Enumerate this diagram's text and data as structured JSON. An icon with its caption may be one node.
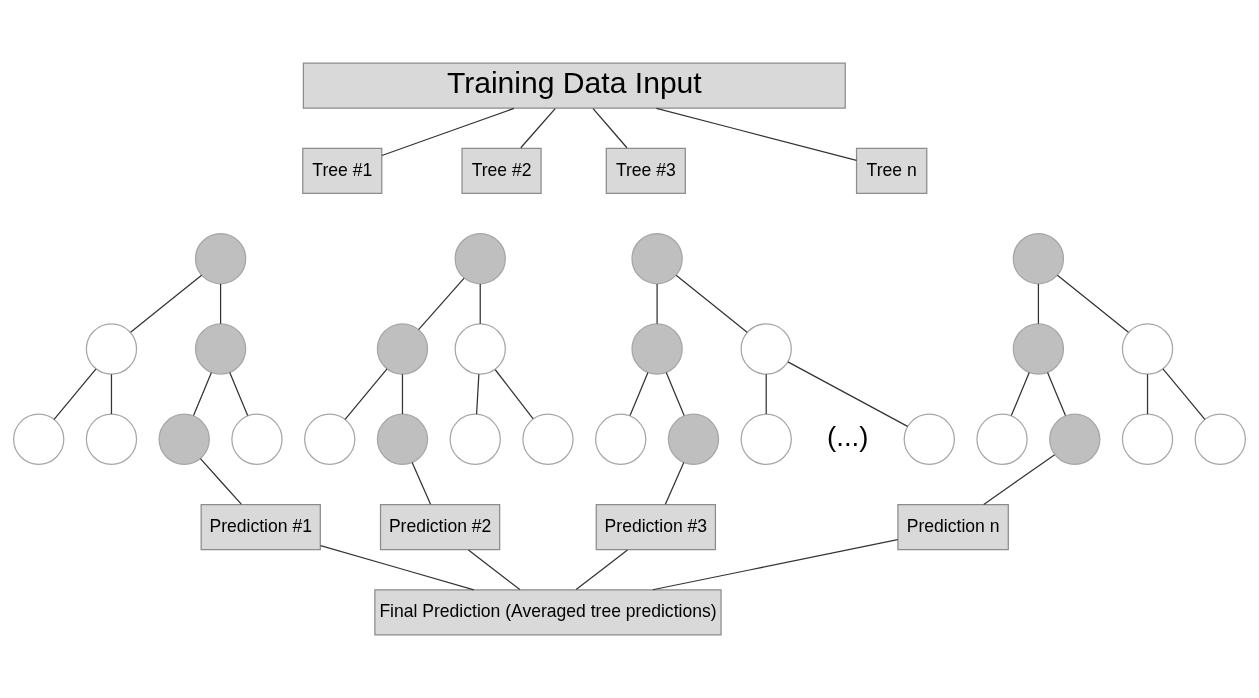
{
  "diagram": {
    "nodes": [
      {
        "text": [
          "Training Data Input"
        ]
      },
      {
        "text": [
          "Tree #1"
        ]
      },
      {
        "text": [
          "Tree #2"
        ]
      },
      {
        "text": [
          "Tree #3"
        ]
      },
      {
        "text": [
          "Tree n"
        ]
      },
      {
        "text": [],
        "shape": "circle"
      },
      {
        "text": [],
        "shape": "circle"
      },
      {
        "text": [],
        "shape": "circle"
      },
      {
        "text": [],
        "shape": "circle"
      },
      {
        "text": [],
        "shape": "circle"
      },
      {
        "text": [],
        "shape": "circle"
      },
      {
        "text": [],
        "shape": "circle"
      },
      {
        "text": [],
        "shape": "circle"
      },
      {
        "text": [],
        "shape": "circle"
      },
      {
        "text": [],
        "shape": "circle"
      },
      {
        "text": [],
        "shape": "circle"
      },
      {
        "text": [],
        "shape": "circle"
      },
      {
        "text": [],
        "shape": "circle"
      },
      {
        "text": [],
        "shape": "circle"
      },
      {
        "text": [],
        "shape": "circle"
      },
      {
        "text": [],
        "shape": "circle"
      },
      {
        "text": [],
        "shape": "circle"
      },
      {
        "text": [],
        "shape": "circle"
      },
      {
        "text": [],
        "shape": "circle"
      },
      {
        "text": [],
        "shape": "circle"
      },
      {
        "text": [],
        "shape": "circle"
      },
      {
        "text": [],
        "shape": "circle"
      },
      {
        "text": [],
        "shape": "circle"
      },
      {
        "text": [],
        "shape": "circle"
      },
      {
        "text": [],
        "shape": "circle"
      },
      {
        "text": [],
        "shape": "circle"
      },
      {
        "text": [],
        "shape": "circle"
      },
      {
        "text": [],
        "shape": "circle"
      },
      {
        "text": [
          "Prediction #1"
        ]
      },
      {
        "text": [
          "Prediction #2"
        ]
      },
      {
        "text": [
          "Prediction #3"
        ]
      },
      {
        "text": [
          "Prediction n"
        ]
      },
      {
        "text": [
          "Final Prediction (Averaged tree predictions)"
        ]
      }
    ],
    "edges": [
      {
        "from": 0,
        "to": 1,
        "arrow": "none"
      },
      {
        "from": 0,
        "to": 2,
        "arrow": "none"
      },
      {
        "from": 0,
        "to": 3,
        "arrow": "none"
      },
      {
        "from": 0,
        "to": 4,
        "arrow": "none"
      },
      {
        "from": 5,
        "to": 6,
        "arrow": "none"
      },
      {
        "from": 5,
        "to": 7,
        "arrow": "none"
      },
      {
        "from": 6,
        "to": 8,
        "arrow": "none"
      },
      {
        "from": 6,
        "to": 9,
        "arrow": "none"
      },
      {
        "from": 7,
        "to": 10,
        "arrow": "none"
      },
      {
        "from": 7,
        "to": 11,
        "arrow": "none"
      },
      {
        "from": 12,
        "to": 13,
        "arrow": "none"
      },
      {
        "from": 12,
        "to": 14,
        "arrow": "none"
      },
      {
        "from": 13,
        "to": 15,
        "arrow": "none"
      },
      {
        "from": 13,
        "to": 16,
        "arrow": "none"
      },
      {
        "from": 14,
        "to": 17,
        "arrow": "none"
      },
      {
        "from": 14,
        "to": 18,
        "arrow": "none"
      },
      {
        "from": 19,
        "to": 20,
        "arrow": "none"
      },
      {
        "from": 19,
        "to": 21,
        "arrow": "none"
      },
      {
        "from": 20,
        "to": 22,
        "arrow": "none"
      },
      {
        "from": 20,
        "to": 23,
        "arrow": "none"
      },
      {
        "from": 21,
        "to": 24,
        "arrow": "none"
      },
      {
        "from": 21,
        "to": 25,
        "arrow": "none"
      },
      {
        "from": 26,
        "to": 27,
        "arrow": "none"
      },
      {
        "from": 26,
        "to": 28,
        "arrow": "none"
      },
      {
        "from": 27,
        "to": 29,
        "arrow": "none"
      },
      {
        "from": 27,
        "to": 30,
        "arrow": "none"
      },
      {
        "from": 28,
        "to": 31,
        "arrow": "none"
      },
      {
        "from": 28,
        "to": 32,
        "arrow": "none"
      },
      {
        "from": 11,
        "to": 33,
        "arrow": "none"
      },
      {
        "from": 17,
        "to": 34,
        "arrow": "none"
      },
      {
        "from": 22,
        "to": 35,
        "arrow": "none"
      },
      {
        "from": 32,
        "to": 36,
        "arrow": "none"
      },
      {
        "from": 33,
        "to": 37,
        "arrow": "none"
      },
      {
        "from": 34,
        "to": 37,
        "arrow": "none"
      },
      {
        "from": 35,
        "to": 37,
        "arrow": "none"
      },
      {
        "from": 36,
        "to": 37,
        "arrow": "none"
      }
    ],
    "labels": [
      "(...)"
    ]
  }
}
